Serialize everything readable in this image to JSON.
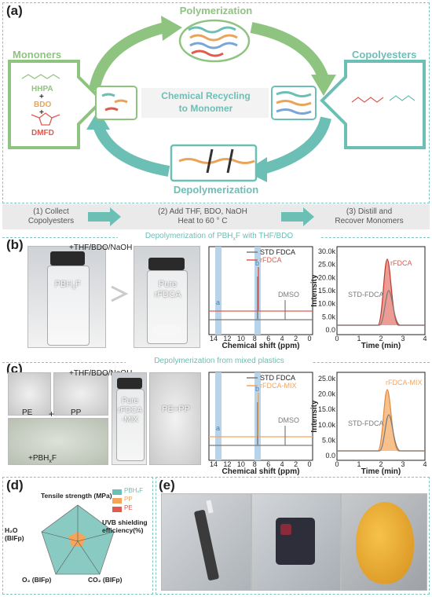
{
  "panel_a": {
    "label": "(a)",
    "polymerization": "Polymerization",
    "depolymerization": "Depolymerization",
    "monomers": "Mononers",
    "copolyesters": "Copolyesters",
    "center_text": "Chemical Recycling\nto Monomer",
    "hhpa": "HHPA",
    "plus1": "+",
    "bdo": "BDO",
    "plus2": "+",
    "dmfd": "DMFD"
  },
  "steps": {
    "step1": "(1) Collect\nCopolyesters",
    "step2": "(2) Add THF, BDO, NaOH\nHeat to 60 ° C",
    "step3": "(3) Distill and\nRecover Monomers",
    "section_title": "Depolymerization of PBH",
    "section_title_sub": "x",
    "section_title_end": "F with THF/BDO"
  },
  "panel_b": {
    "label": "(b)",
    "reagent_label": "+THF/BDO/NaOH",
    "vial1_label": "PBH",
    "vial1_sub": "x",
    "vial1_end": "F",
    "vial2_label": "Pure\nrFDCA",
    "nmr_legend": [
      "STD FDCA",
      "rFDCA"
    ],
    "nmr_peak_a": "a",
    "nmr_peak_b": "b",
    "nmr_dmso": "DMSO",
    "nmr_xlabel": "Chemical shift (ppm)",
    "nmr_xticks": [
      "14",
      "12",
      "10",
      "8",
      "6",
      "4",
      "2",
      "0"
    ],
    "hplc_ylabel": "Intensity",
    "hplc_xlabel": "Time (min)",
    "hplc_yticks": [
      "0.0",
      "5.0k",
      "10.0k",
      "15.0k",
      "20.0k",
      "25.0k",
      "30.0k"
    ],
    "hplc_xticks": [
      "0",
      "1",
      "2",
      "3",
      "4"
    ],
    "hplc_label_top": "rFDCA",
    "hplc_label_bottom": "STD-FDCA"
  },
  "panel_c": {
    "label": "(c)",
    "section_title": "Depolymerization from mixed plastics",
    "reagent_label": "+THF/BDO/NaOH",
    "pe": "PE",
    "plus": "+",
    "pp": "PP",
    "pbhxf": "+PBH",
    "pbhxf_sub": "x",
    "pbhxf_end": "F",
    "vial_label": "Pure\nrFDCA\n-MIX",
    "pe_pp": "PE+PP",
    "nmr_legend": [
      "STD FDCA",
      "rFDCA-MIX"
    ],
    "nmr_peak_a": "a",
    "nmr_peak_b": "b",
    "nmr_dmso": "DMSO",
    "nmr_xlabel": "Chemical shift (ppm)",
    "nmr_xticks": [
      "14",
      "12",
      "10",
      "8",
      "6",
      "4",
      "2",
      "0"
    ],
    "hplc_ylabel": "Intensity",
    "hplc_xlabel": "Time (min)",
    "hplc_yticks": [
      "0.0",
      "5.0k",
      "10.0k",
      "15.0k",
      "20.0k",
      "25.0k"
    ],
    "hplc_xticks": [
      "0",
      "1",
      "2",
      "3",
      "4"
    ],
    "hplc_label_top": "rFDCA-MIX",
    "hplc_label_bottom": "STD-FDCA"
  },
  "panel_d": {
    "label": "(d)",
    "axis_tensile": "Tensile strength (MPa)",
    "axis_uvb": "UVB shielding\nefficiency(%)",
    "axis_co2": "CO₂ (BIFp)",
    "axis_o2": "O₂ (BIFp)",
    "axis_h2o": "H₂O\n(BIFp)",
    "legend": [
      "PBHₓF",
      "PP",
      "PE"
    ]
  },
  "panel_e": {
    "label": "(e)"
  },
  "colors": {
    "green": "#8ec47f",
    "teal": "#6cbfb5",
    "red": "#e05a4e",
    "orange": "#f5a55a",
    "gray": "#7a7a7a",
    "blue_highlight": "#b8d4ea"
  }
}
